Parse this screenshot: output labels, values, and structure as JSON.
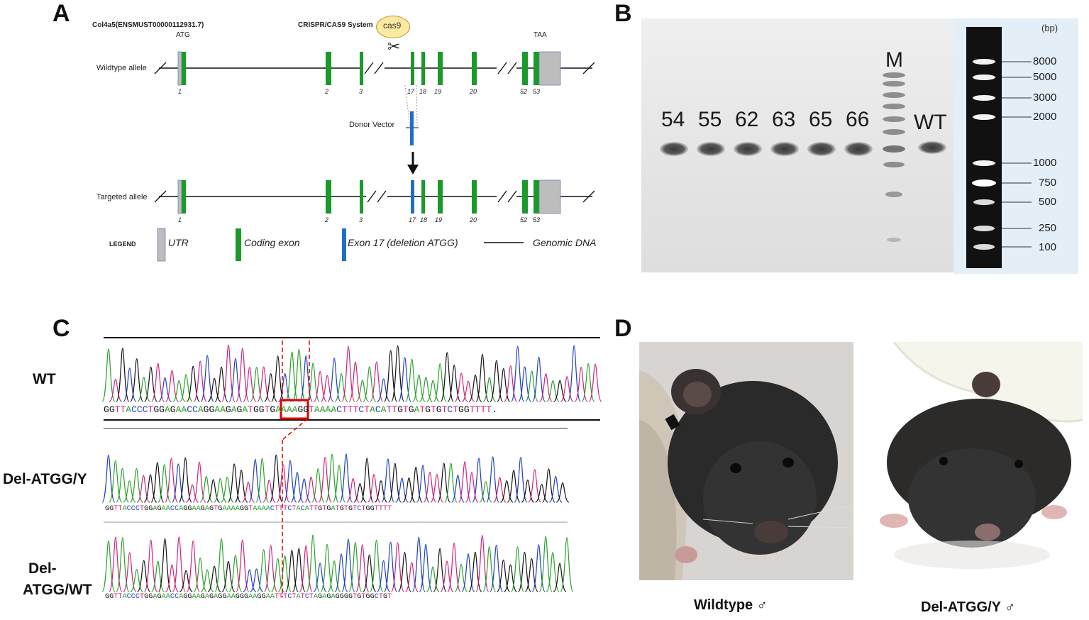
{
  "panels": {
    "a": {
      "letter": "A",
      "gene_label": "Col4a5(ENSMUST00000112931.7)",
      "system_label": "CRISPR/CAS9 System",
      "cas9_label": "cas9",
      "start_codon": "ATG",
      "stop_codon": "TAA",
      "wildtype_label": "Wildtype allele",
      "targeted_label": "Targeted allele",
      "donor_label": "Donor Vector",
      "exon_numbers": [
        "1",
        "2",
        "3",
        "17",
        "18",
        "19",
        "20",
        "52",
        "53"
      ],
      "legend": {
        "title": "LEGEND",
        "utr": "UTR",
        "coding": "Coding exon",
        "exon17": "Exon 17 (deletion ATGG)",
        "genomic": "Genomic DNA"
      },
      "colors": {
        "coding_exon": "#1a9a2a",
        "exon17_edit": "#1f6fc4",
        "utr": "#bdbdbd"
      }
    },
    "b": {
      "letter": "B",
      "lane_labels": [
        "54",
        "55",
        "62",
        "63",
        "65",
        "66",
        "M",
        "WT"
      ],
      "bp_unit": "(bp)",
      "ladder_sizes": [
        "8000",
        "5000",
        "3000",
        "2000",
        "1000",
        "750",
        "500",
        "250",
        "100"
      ]
    },
    "c": {
      "letter": "C",
      "rows": [
        {
          "label": "WT",
          "sequence": "GGTTACCCTGGAGAACCAGGAAGAGATGGTGAAAAGGTAAAACTTTCTACATTGTGATGTGTCTGGTTTT."
        },
        {
          "label": "Del-ATGG/Y",
          "sequence": "GGTTACCCTGGAGAACCAGGAAGAGTGAAAAGGTAAAACTTTCTACATTGTGATGTGTCTGGTTTT"
        },
        {
          "label_line1": "Del-",
          "label_line2": "ATGG/WT",
          "sequence": "GGTTACCCTGGAGAACCAGGAAGAGAGGAAGGGAAGGAATTTCTATCTAGAGAGGGGTGTGGCTGT"
        }
      ],
      "colors": {
        "A": "#2aa02a",
        "C": "#1f3fbf",
        "G": "#111111",
        "T": "#d0217a",
        "highlight": "#e00000"
      }
    },
    "d": {
      "letter": "D",
      "left_label": "Wildtype ♂",
      "right_label": "Del-ATGG/Y ♂"
    }
  }
}
